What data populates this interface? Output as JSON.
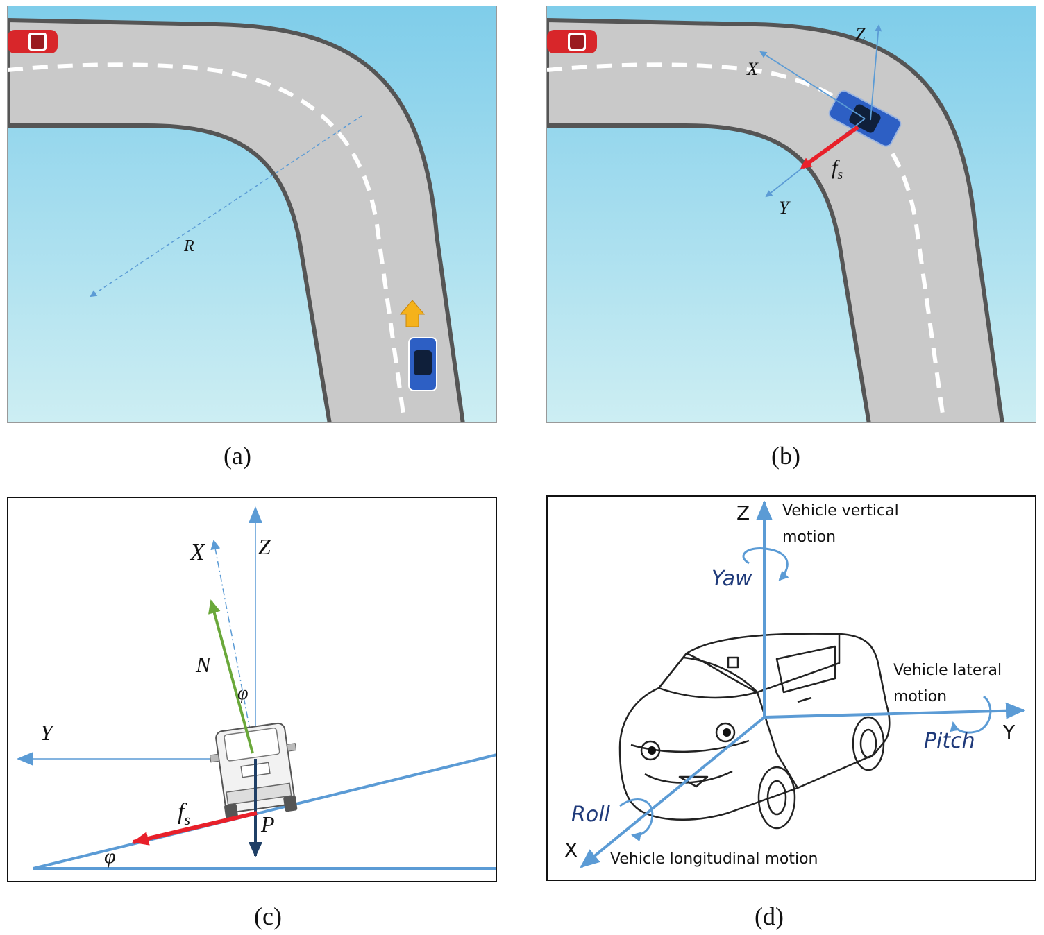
{
  "captions": {
    "a": "(a)",
    "b": "(b)",
    "c": "(c)",
    "d": "(d)"
  },
  "panel_a": {
    "radius_label": "R"
  },
  "panel_b": {
    "x_label": "X",
    "y_label": "Y",
    "z_label": "Z",
    "fs_label": "f",
    "fs_sub": "s"
  },
  "panel_c": {
    "x_label": "X",
    "y_label": "Y",
    "z_label": "Z",
    "n_label": "N",
    "phi_top": "φ",
    "phi_bottom": "φ",
    "fs_label": "f",
    "fs_sub": "s",
    "p_label": "P"
  },
  "panel_d": {
    "z_label": "Z",
    "y_label": "Y",
    "x_label": "X",
    "vertical_line1": "Vehicle vertical",
    "vertical_line2": "motion",
    "lateral_line1": "Vehicle lateral",
    "lateral_line2": "motion",
    "longitudinal": "Vehicle longitudinal motion",
    "yaw": "Yaw",
    "pitch": "Pitch",
    "roll": "Roll"
  },
  "colors": {
    "sky": "#8fd3ea",
    "road": "#c8c8c8",
    "axis_blue": "#5b9bd5",
    "force_red": "#e8202a",
    "normal_green": "#6aa83a",
    "weight_navy": "#1f3f66",
    "car_blue": "#2d5fc4",
    "car_red": "#d8262a",
    "arrow_yellow": "#f5b21b"
  }
}
